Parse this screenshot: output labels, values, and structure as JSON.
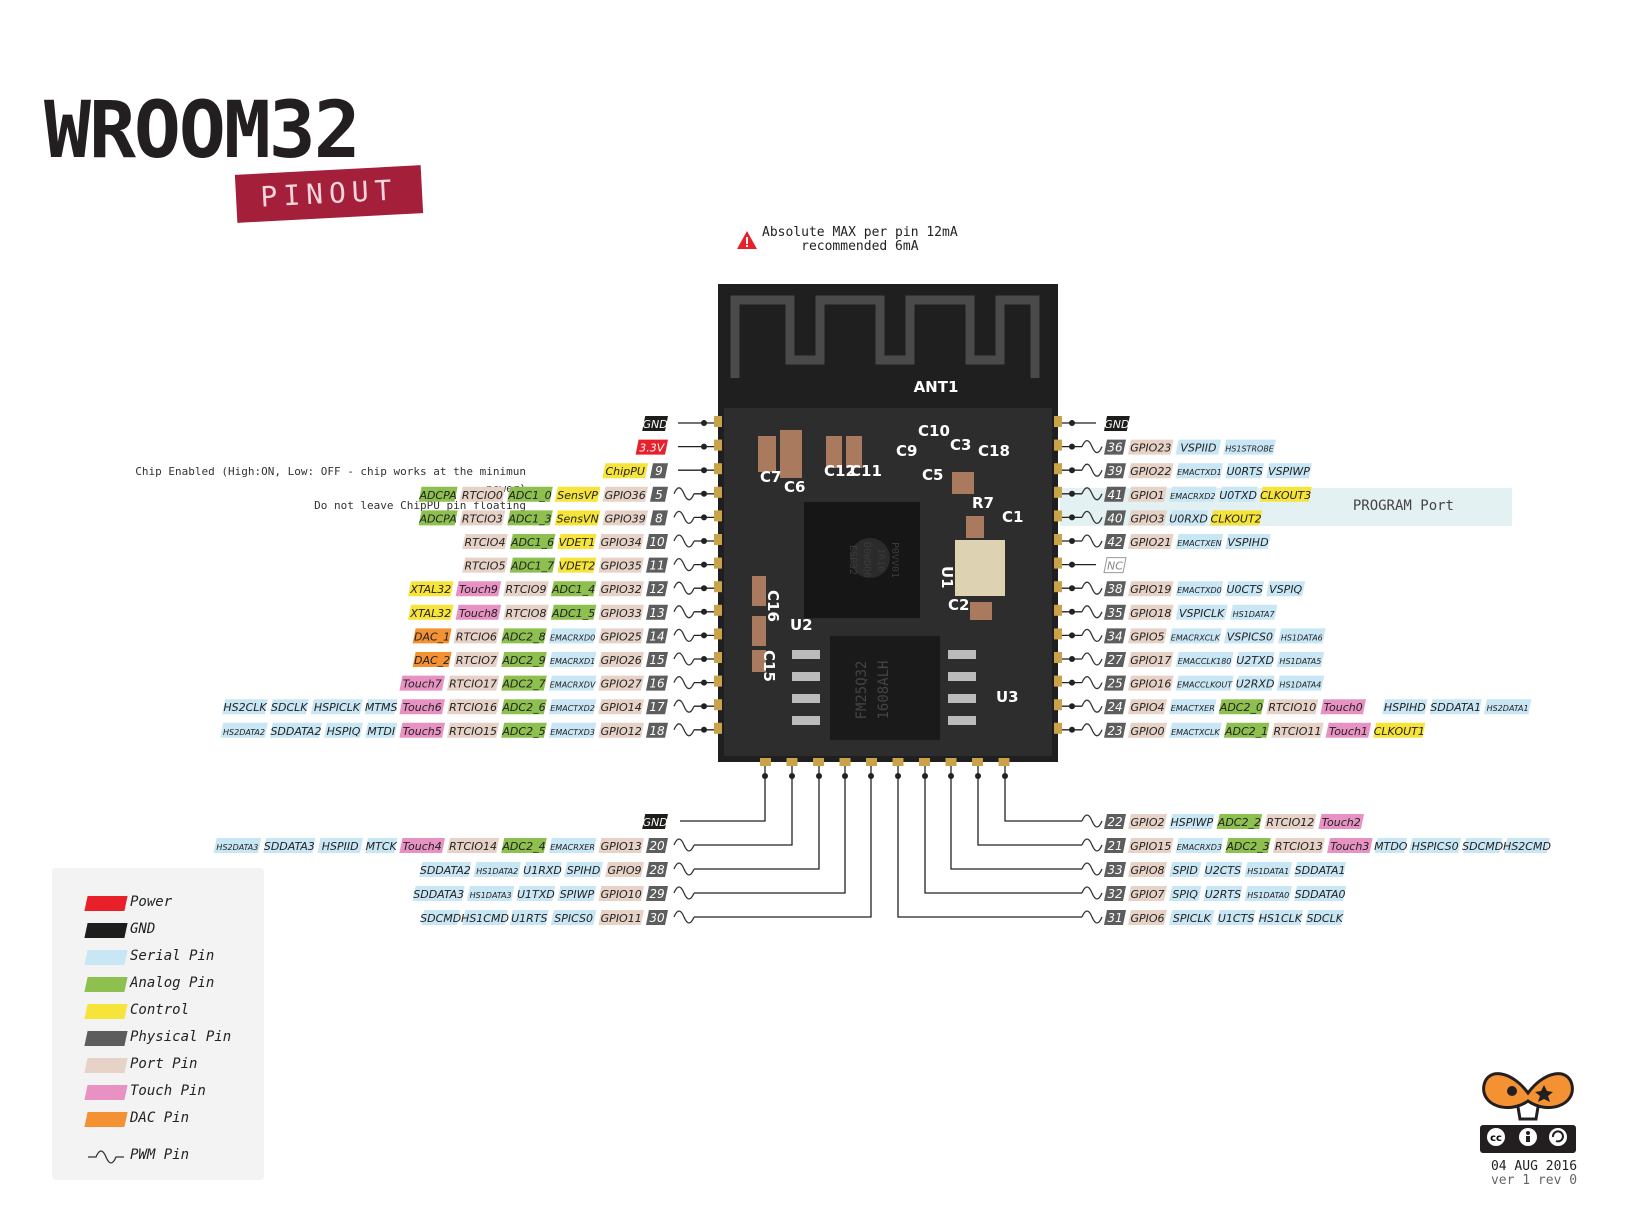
{
  "title": "WROOM32",
  "subtitle": "PINOUT",
  "warning": {
    "line1": "Absolute MAX per pin 12mA",
    "line2": "recommended 6mA"
  },
  "chip_enable_note": {
    "line1": "Chip Enabled (High:ON, Low: OFF - chip works at the minimun power)",
    "line2": "Do not leave ChipPU pin floating"
  },
  "program_port": "PROGRAM Port",
  "module": {
    "antenna": "ANT1",
    "components": [
      "C7",
      "C6",
      "C12",
      "C11",
      "C5",
      "C9",
      "C10",
      "C18",
      "C3",
      "R7",
      "C1",
      "C16",
      "C15",
      "U1",
      "U2",
      "U3",
      "C2"
    ],
    "chip_text": [
      "ESP32",
      "D0WDQ6",
      "1616",
      "P0VV01"
    ],
    "flash_text": [
      "FM25Q32",
      "1608ALH"
    ]
  },
  "colors": {
    "power": "#e8202a",
    "gnd": "#1d1d1b",
    "serial": "#c9e6f5",
    "analog": "#8dc04f",
    "control": "#f7e43a",
    "physical": "#5d5d5d",
    "port": "#e6d2c6",
    "touch": "#e892c3",
    "dac": "#f39133",
    "board": "#2d2d2d",
    "title_box": "#a31f3a"
  },
  "legend": [
    {
      "label": "Power",
      "color": "#e8202a"
    },
    {
      "label": "GND",
      "color": "#1d1d1b"
    },
    {
      "label": "Serial Pin",
      "color": "#c9e6f5"
    },
    {
      "label": "Analog Pin",
      "color": "#8dc04f"
    },
    {
      "label": "Control",
      "color": "#f7e43a"
    },
    {
      "label": "Physical Pin",
      "color": "#5d5d5d"
    },
    {
      "label": "Port Pin",
      "color": "#e6d2c6"
    },
    {
      "label": "Touch Pin",
      "color": "#e892c3"
    },
    {
      "label": "DAC Pin",
      "color": "#f39133"
    },
    {
      "label": "PWM Pin",
      "color": ""
    }
  ],
  "left_pins": [
    {
      "labels": [
        [
          "GND",
          "gnd"
        ]
      ],
      "pwm": false
    },
    {
      "labels": [
        [
          "3.3V",
          "power"
        ]
      ],
      "pwm": false
    },
    {
      "labels": [
        [
          "ChipPU",
          "control"
        ],
        [
          "9",
          "physical"
        ]
      ],
      "pwm": false
    },
    {
      "labels": [
        [
          "ADCPA",
          "analog"
        ],
        [
          "RTCIO0",
          "port"
        ],
        [
          "ADC1_0",
          "analog"
        ],
        [
          "SensVP",
          "control"
        ],
        [
          "GPIO36",
          "port"
        ],
        [
          "5",
          "physical"
        ]
      ],
      "pwm": true
    },
    {
      "labels": [
        [
          "ADCPA",
          "analog"
        ],
        [
          "RTCIO3",
          "port"
        ],
        [
          "ADC1_3",
          "analog"
        ],
        [
          "SensVN",
          "control"
        ],
        [
          "GPIO39",
          "port"
        ],
        [
          "8",
          "physical"
        ]
      ],
      "pwm": true
    },
    {
      "labels": [
        [
          "RTCIO4",
          "port"
        ],
        [
          "ADC1_6",
          "analog"
        ],
        [
          "VDET1",
          "control"
        ],
        [
          "GPIO34",
          "port"
        ],
        [
          "10",
          "physical"
        ]
      ],
      "pwm": true
    },
    {
      "labels": [
        [
          "RTCIO5",
          "port"
        ],
        [
          "ADC1_7",
          "analog"
        ],
        [
          "VDET2",
          "control"
        ],
        [
          "GPIO35",
          "port"
        ],
        [
          "11",
          "physical"
        ]
      ],
      "pwm": true
    },
    {
      "labels": [
        [
          "XTAL32",
          "control"
        ],
        [
          "Touch9",
          "touch"
        ],
        [
          "RTCIO9",
          "port"
        ],
        [
          "ADC1_4",
          "analog"
        ],
        [
          "GPIO32",
          "port"
        ],
        [
          "12",
          "physical"
        ]
      ],
      "pwm": true
    },
    {
      "labels": [
        [
          "XTAL32",
          "control"
        ],
        [
          "Touch8",
          "touch"
        ],
        [
          "RTCIO8",
          "port"
        ],
        [
          "ADC1_5",
          "analog"
        ],
        [
          "GPIO33",
          "port"
        ],
        [
          "13",
          "physical"
        ]
      ],
      "pwm": true
    },
    {
      "labels": [
        [
          "DAC_1",
          "dac"
        ],
        [
          "RTCIO6",
          "port"
        ],
        [
          "ADC2_8",
          "analog"
        ],
        [
          "EMACRXD0",
          "serial"
        ],
        [
          "GPIO25",
          "port"
        ],
        [
          "14",
          "physical"
        ]
      ],
      "pwm": true
    },
    {
      "labels": [
        [
          "DAC_2",
          "dac"
        ],
        [
          "RTCIO7",
          "port"
        ],
        [
          "ADC2_9",
          "analog"
        ],
        [
          "EMACRXD1",
          "serial"
        ],
        [
          "GPIO26",
          "port"
        ],
        [
          "15",
          "physical"
        ]
      ],
      "pwm": true
    },
    {
      "labels": [
        [
          "Touch7",
          "touch"
        ],
        [
          "RTCIO17",
          "port"
        ],
        [
          "ADC2_7",
          "analog"
        ],
        [
          "EMACRXDV",
          "serial"
        ],
        [
          "GPIO27",
          "port"
        ],
        [
          "16",
          "physical"
        ]
      ],
      "pwm": true
    },
    {
      "labels": [
        [
          "HS2CLK",
          "serial"
        ],
        [
          "SDCLK",
          "serial"
        ],
        [
          "HSPICLK",
          "serial"
        ],
        [
          "MTMS",
          "serial"
        ],
        [
          "Touch6",
          "touch"
        ],
        [
          "RTCIO16",
          "port"
        ],
        [
          "ADC2_6",
          "analog"
        ],
        [
          "EMACTXD2",
          "serial"
        ],
        [
          "GPIO14",
          "port"
        ],
        [
          "17",
          "physical"
        ]
      ],
      "pwm": true
    },
    {
      "labels": [
        [
          "HS2DATA2",
          "serial"
        ],
        [
          "SDDATA2",
          "serial"
        ],
        [
          "HSPIQ",
          "serial"
        ],
        [
          "MTDI",
          "serial"
        ],
        [
          "Touch5",
          "touch"
        ],
        [
          "RTCIO15",
          "port"
        ],
        [
          "ADC2_5",
          "analog"
        ],
        [
          "EMACTXD3",
          "serial"
        ],
        [
          "GPIO12",
          "port"
        ],
        [
          "18",
          "physical"
        ]
      ],
      "pwm": true
    }
  ],
  "right_pins": [
    {
      "labels": [
        [
          "GND",
          "gnd"
        ]
      ],
      "pwm": false
    },
    {
      "labels": [
        [
          "36",
          "physical"
        ],
        [
          "GPIO23",
          "port"
        ],
        [
          "VSPIID",
          "serial"
        ],
        [
          "HS1STROBE",
          "serial"
        ]
      ],
      "pwm": true
    },
    {
      "labels": [
        [
          "39",
          "physical"
        ],
        [
          "GPIO22",
          "port"
        ],
        [
          "EMACTXD1",
          "serial"
        ],
        [
          "U0RTS",
          "serial"
        ],
        [
          "VSPIWP",
          "serial"
        ]
      ],
      "pwm": true
    },
    {
      "labels": [
        [
          "41",
          "physical"
        ],
        [
          "GPIO1",
          "port"
        ],
        [
          "EMACRXD2",
          "serial"
        ],
        [
          "U0TXD",
          "serial"
        ],
        [
          "CLKOUT3",
          "control"
        ]
      ],
      "pwm": true
    },
    {
      "labels": [
        [
          "40",
          "physical"
        ],
        [
          "GPIO3",
          "port"
        ],
        [
          "U0RXD",
          "serial"
        ],
        [
          "CLKOUT2",
          "control"
        ]
      ],
      "pwm": true
    },
    {
      "labels": [
        [
          "42",
          "physical"
        ],
        [
          "GPIO21",
          "port"
        ],
        [
          "EMACTXEN",
          "serial"
        ],
        [
          "VSPIHD",
          "serial"
        ]
      ],
      "pwm": true
    },
    {
      "labels": [
        [
          "NC",
          "nc"
        ]
      ],
      "pwm": false
    },
    {
      "labels": [
        [
          "38",
          "physical"
        ],
        [
          "GPIO19",
          "port"
        ],
        [
          "EMACTXD0",
          "serial"
        ],
        [
          "U0CTS",
          "serial"
        ],
        [
          "VSPIQ",
          "serial"
        ]
      ],
      "pwm": true
    },
    {
      "labels": [
        [
          "35",
          "physical"
        ],
        [
          "GPIO18",
          "port"
        ],
        [
          "VSPICLK",
          "serial"
        ],
        [
          "HS1DATA7",
          "serial"
        ]
      ],
      "pwm": true
    },
    {
      "labels": [
        [
          "34",
          "physical"
        ],
        [
          "GPIO5",
          "port"
        ],
        [
          "EMACRXCLK",
          "serial"
        ],
        [
          "VSPICS0",
          "serial"
        ],
        [
          "HS1DATA6",
          "serial"
        ]
      ],
      "pwm": true
    },
    {
      "labels": [
        [
          "27",
          "physical"
        ],
        [
          "GPIO17",
          "port"
        ],
        [
          "EMACCLK180",
          "serial"
        ],
        [
          "U2TXD",
          "serial"
        ],
        [
          "HS1DATA5",
          "serial"
        ]
      ],
      "pwm": true
    },
    {
      "labels": [
        [
          "25",
          "physical"
        ],
        [
          "GPIO16",
          "port"
        ],
        [
          "EMACCLKOUT",
          "serial"
        ],
        [
          "U2RXD",
          "serial"
        ],
        [
          "HS1DATA4",
          "serial"
        ]
      ],
      "pwm": true
    },
    {
      "labels": [
        [
          "24",
          "physical"
        ],
        [
          "GPIO4",
          "port"
        ],
        [
          "EMACTXER",
          "serial"
        ],
        [
          "ADC2_0",
          "analog"
        ],
        [
          "RTCIO10",
          "port"
        ],
        [
          "Touch0",
          "touch"
        ],
        [
          "HSPIHD",
          "serial"
        ],
        [
          "SDDATA1",
          "serial"
        ],
        [
          "HS2DATA1",
          "serial"
        ]
      ],
      "pwm": true
    },
    {
      "labels": [
        [
          "23",
          "physical"
        ],
        [
          "GPIO0",
          "port"
        ],
        [
          "EMACTXCLK",
          "serial"
        ],
        [
          "ADC2_1",
          "analog"
        ],
        [
          "RTCIO11",
          "port"
        ],
        [
          "Touch1",
          "touch"
        ],
        [
          "CLKOUT1",
          "control"
        ]
      ],
      "pwm": true
    }
  ],
  "bottom_left_pins": [
    {
      "labels": [
        [
          "GND",
          "gnd"
        ]
      ],
      "pwm": false
    },
    {
      "labels": [
        [
          "HS2DATA3",
          "serial"
        ],
        [
          "SDDATA3",
          "serial"
        ],
        [
          "HSPIID",
          "serial"
        ],
        [
          "MTCK",
          "serial"
        ],
        [
          "Touch4",
          "touch"
        ],
        [
          "RTCIO14",
          "port"
        ],
        [
          "ADC2_4",
          "analog"
        ],
        [
          "EMACRXER",
          "serial"
        ],
        [
          "GPIO13",
          "port"
        ],
        [
          "20",
          "physical"
        ]
      ],
      "pwm": true
    },
    {
      "labels": [
        [
          "SDDATA2",
          "serial"
        ],
        [
          "HS1DATA2",
          "serial"
        ],
        [
          "U1RXD",
          "serial"
        ],
        [
          "SPIHD",
          "serial"
        ],
        [
          "GPIO9",
          "port"
        ],
        [
          "28",
          "physical"
        ]
      ],
      "pwm": true
    },
    {
      "labels": [
        [
          "SDDATA3",
          "serial"
        ],
        [
          "HS1DATA3",
          "serial"
        ],
        [
          "U1TXD",
          "serial"
        ],
        [
          "SPIWP",
          "serial"
        ],
        [
          "GPIO10",
          "port"
        ],
        [
          "29",
          "physical"
        ]
      ],
      "pwm": true
    },
    {
      "labels": [
        [
          "SDCMD",
          "serial"
        ],
        [
          "HS1CMD",
          "serial"
        ],
        [
          "U1RTS",
          "serial"
        ],
        [
          "SPICS0",
          "serial"
        ],
        [
          "GPIO11",
          "port"
        ],
        [
          "30",
          "physical"
        ]
      ],
      "pwm": true
    }
  ],
  "bottom_right_pins": [
    {
      "labels": [
        [
          "22",
          "physical"
        ],
        [
          "GPIO2",
          "port"
        ],
        [
          "HSPIWP",
          "serial"
        ],
        [
          "ADC2_2",
          "analog"
        ],
        [
          "RTCIO12",
          "port"
        ],
        [
          "Touch2",
          "touch"
        ]
      ],
      "pwm": true
    },
    {
      "labels": [
        [
          "21",
          "physical"
        ],
        [
          "GPIO15",
          "port"
        ],
        [
          "EMACRXD3",
          "serial"
        ],
        [
          "ADC2_3",
          "analog"
        ],
        [
          "RTCIO13",
          "port"
        ],
        [
          "Touch3",
          "touch"
        ],
        [
          "MTDO",
          "serial"
        ],
        [
          "HSPICS0",
          "serial"
        ],
        [
          "SDCMD",
          "serial"
        ],
        [
          "HS2CMD",
          "serial"
        ]
      ],
      "pwm": true
    },
    {
      "labels": [
        [
          "33",
          "physical"
        ],
        [
          "GPIO8",
          "port"
        ],
        [
          "SPID",
          "serial"
        ],
        [
          "U2CTS",
          "serial"
        ],
        [
          "HS1DATA1",
          "serial"
        ],
        [
          "SDDATA1",
          "serial"
        ]
      ],
      "pwm": true
    },
    {
      "labels": [
        [
          "32",
          "physical"
        ],
        [
          "GPIO7",
          "port"
        ],
        [
          "SPIQ",
          "serial"
        ],
        [
          "U2RTS",
          "serial"
        ],
        [
          "HS1DATA0",
          "serial"
        ],
        [
          "SDDATA0",
          "serial"
        ]
      ],
      "pwm": true
    },
    {
      "labels": [
        [
          "31",
          "physical"
        ],
        [
          "GPIO6",
          "port"
        ],
        [
          "SPICLK",
          "serial"
        ],
        [
          "U1CTS",
          "serial"
        ],
        [
          "HS1CLK",
          "serial"
        ],
        [
          "SDCLK",
          "serial"
        ]
      ],
      "pwm": true
    }
  ],
  "footer": {
    "date": "04 AUG 2016",
    "version": "ver 1 rev 0",
    "license": "BY SA"
  }
}
